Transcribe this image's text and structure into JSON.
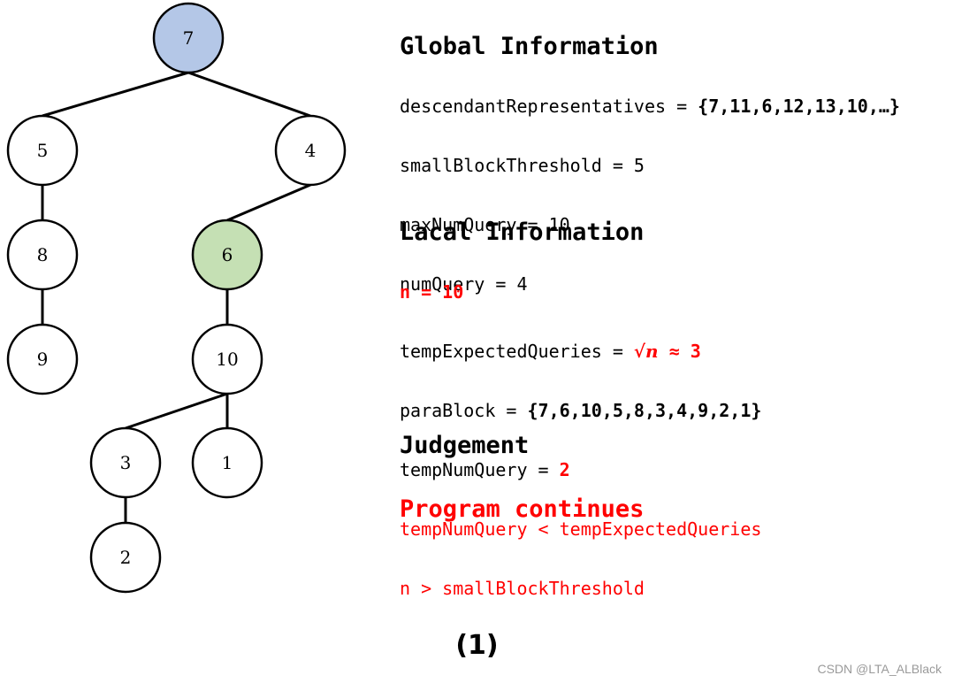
{
  "tree": {
    "nodes": [
      {
        "id": "7",
        "label": "7",
        "fill": "#b4c7e7"
      },
      {
        "id": "5",
        "label": "5",
        "fill": "#ffffff"
      },
      {
        "id": "4",
        "label": "4",
        "fill": "#ffffff"
      },
      {
        "id": "8",
        "label": "8",
        "fill": "#ffffff"
      },
      {
        "id": "6",
        "label": "6",
        "fill": "#c5e0b4"
      },
      {
        "id": "9",
        "label": "9",
        "fill": "#ffffff"
      },
      {
        "id": "10",
        "label": "10",
        "fill": "#ffffff"
      },
      {
        "id": "3",
        "label": "3",
        "fill": "#ffffff"
      },
      {
        "id": "1",
        "label": "1",
        "fill": "#ffffff"
      },
      {
        "id": "2",
        "label": "2",
        "fill": "#ffffff"
      }
    ],
    "edges": [
      [
        "7",
        "5"
      ],
      [
        "7",
        "4"
      ],
      [
        "5",
        "8"
      ],
      [
        "8",
        "9"
      ],
      [
        "4",
        "6"
      ],
      [
        "6",
        "10"
      ],
      [
        "10",
        "3"
      ],
      [
        "10",
        "1"
      ],
      [
        "3",
        "2"
      ]
    ]
  },
  "global": {
    "heading": "Global Information",
    "desc_key": "descendantRepresentatives = ",
    "desc_val": "{7,11,6,12,13,10,…}",
    "small_block": "smallBlockThreshold = 5",
    "max_query": "maxNumQuery = 10",
    "num_query": "numQuery = 4"
  },
  "local": {
    "heading": "Lacal Information",
    "n_line": "n = 10",
    "temp_expected_key": "tempExpectedQueries = ",
    "temp_expected_math": "√n",
    "temp_expected_val": " ≈ 3",
    "para_block_key": "paraBlock = ",
    "para_block_val": "{7,6,10,5,8,3,4,9,2,1}",
    "temp_num_key": "tempNumQuery = ",
    "temp_num_val": "2",
    "cond1": "tempNumQuery < tempExpectedQueries",
    "cond2": "n > smallBlockThreshold"
  },
  "judgement": {
    "heading": "Judgement",
    "result": "Program continues"
  },
  "figure_label": "(1)",
  "watermark": "CSDN @LTA_ALBlack",
  "colors": {
    "highlight_red": "#ff0000",
    "root_blue": "#b4c7e7",
    "current_green": "#c5e0b4"
  }
}
